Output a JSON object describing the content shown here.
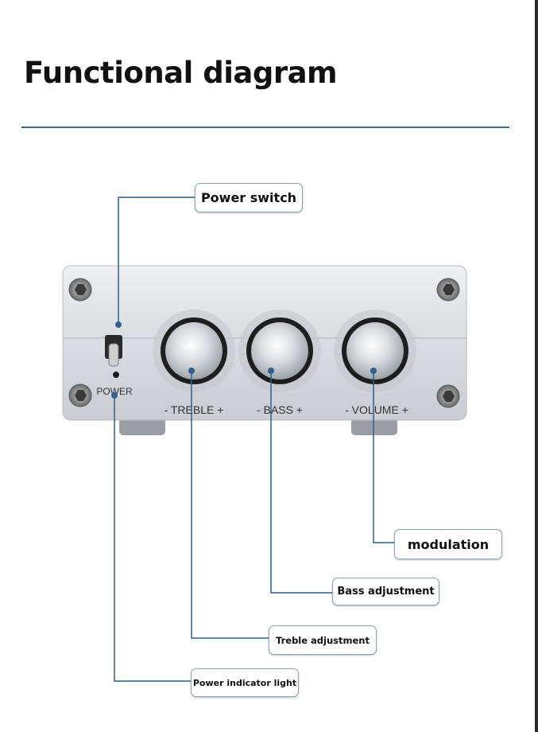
{
  "title": "Functional diagram",
  "device": {
    "switch_label": "POWER",
    "knob_labels": {
      "treble": "- TREBLE +",
      "bass": "- BASS +",
      "volume": "- VOLUME +"
    }
  },
  "callouts": {
    "power_switch": "Power switch",
    "modulation": "modulation",
    "bass_adjustment": "Bass adjustment",
    "treble_adjustment": "Treble adjustment",
    "power_indicator_light": "Power indicator light"
  },
  "colors": {
    "leader_line": "#2f5f8f",
    "rule": "#3d6a99",
    "chassis": "#dcdfe3",
    "knob_ring": "#1e1e1e"
  }
}
